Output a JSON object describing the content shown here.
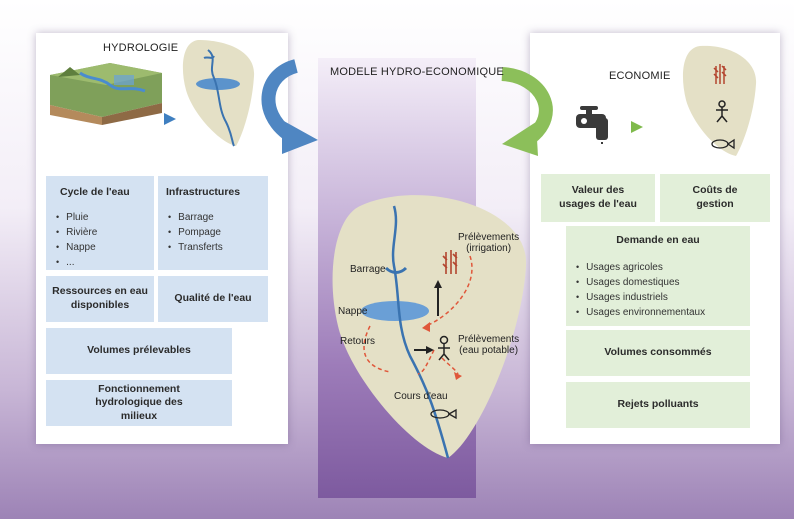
{
  "center_title": "MODELE HYDRO-ECONOMIQUE",
  "hydro": {
    "title": "HYDROLOGIE",
    "cycle": {
      "title": "Cycle de l'eau",
      "items": [
        "Pluie",
        "Rivière",
        "Nappe",
        "..."
      ]
    },
    "infra": {
      "title": "Infrastructures",
      "items": [
        "Barrage",
        "Pompage",
        "Transferts"
      ]
    },
    "ressources": "Ressources en eau disponibles",
    "qualite": "Qualité de l'eau",
    "volumes": "Volumes prélevables",
    "fonctionnement": "Fonctionnement hydrologique des milieux"
  },
  "eco": {
    "title": "ECONOMIE",
    "valeur": "Valeur des usages de l'eau",
    "couts": "Coûts de gestion",
    "demande": {
      "title": "Demande en eau",
      "items": [
        "Usages agricoles",
        "Usages domestiques",
        "Usages industriels",
        "Usages environnementaux"
      ]
    },
    "volumes": "Volumes consommés",
    "rejets": "Rejets polluants"
  },
  "basin": {
    "barrage": "Barrage",
    "nappe": "Nappe",
    "retours": "Retours",
    "prel_irr_1": "Prélèvements",
    "prel_irr_2": "(irrigation)",
    "prel_pot_1": "Prélèvements",
    "prel_pot_2": "(eau potable)",
    "cours": "Cours d'eau"
  },
  "colors": {
    "blue_box": "#d4e2f2",
    "green_box": "#e2efd9",
    "blob": "#e4e0c6",
    "river": "#3a73b0",
    "arrow_blue": "#4f86c2",
    "arrow_green": "#8cbf5a",
    "flow": "#e0573a"
  }
}
